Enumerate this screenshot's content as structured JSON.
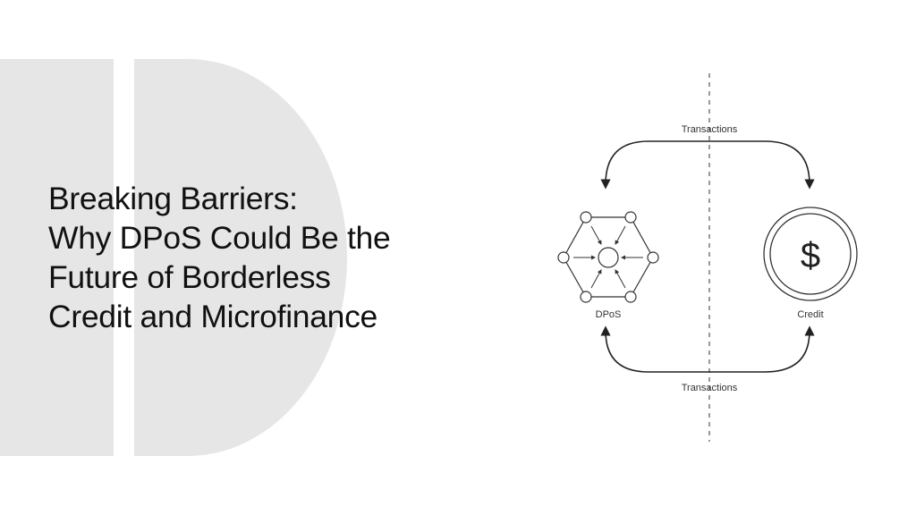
{
  "title": {
    "lines": [
      "Breaking Barriers:",
      "Why DPoS Could Be the",
      "Future of Borderless",
      "Credit and Microfinance"
    ]
  },
  "diagram": {
    "top_arrow_label": "Transactions",
    "bottom_arrow_label": "Transactions",
    "left_node_label": "DPoS",
    "right_node_label": "Credit",
    "currency_symbol": "$"
  },
  "colors": {
    "background": "#ffffff",
    "decorative_shape": "#e6e6e6",
    "text": "#111111",
    "lines": "#222222"
  }
}
